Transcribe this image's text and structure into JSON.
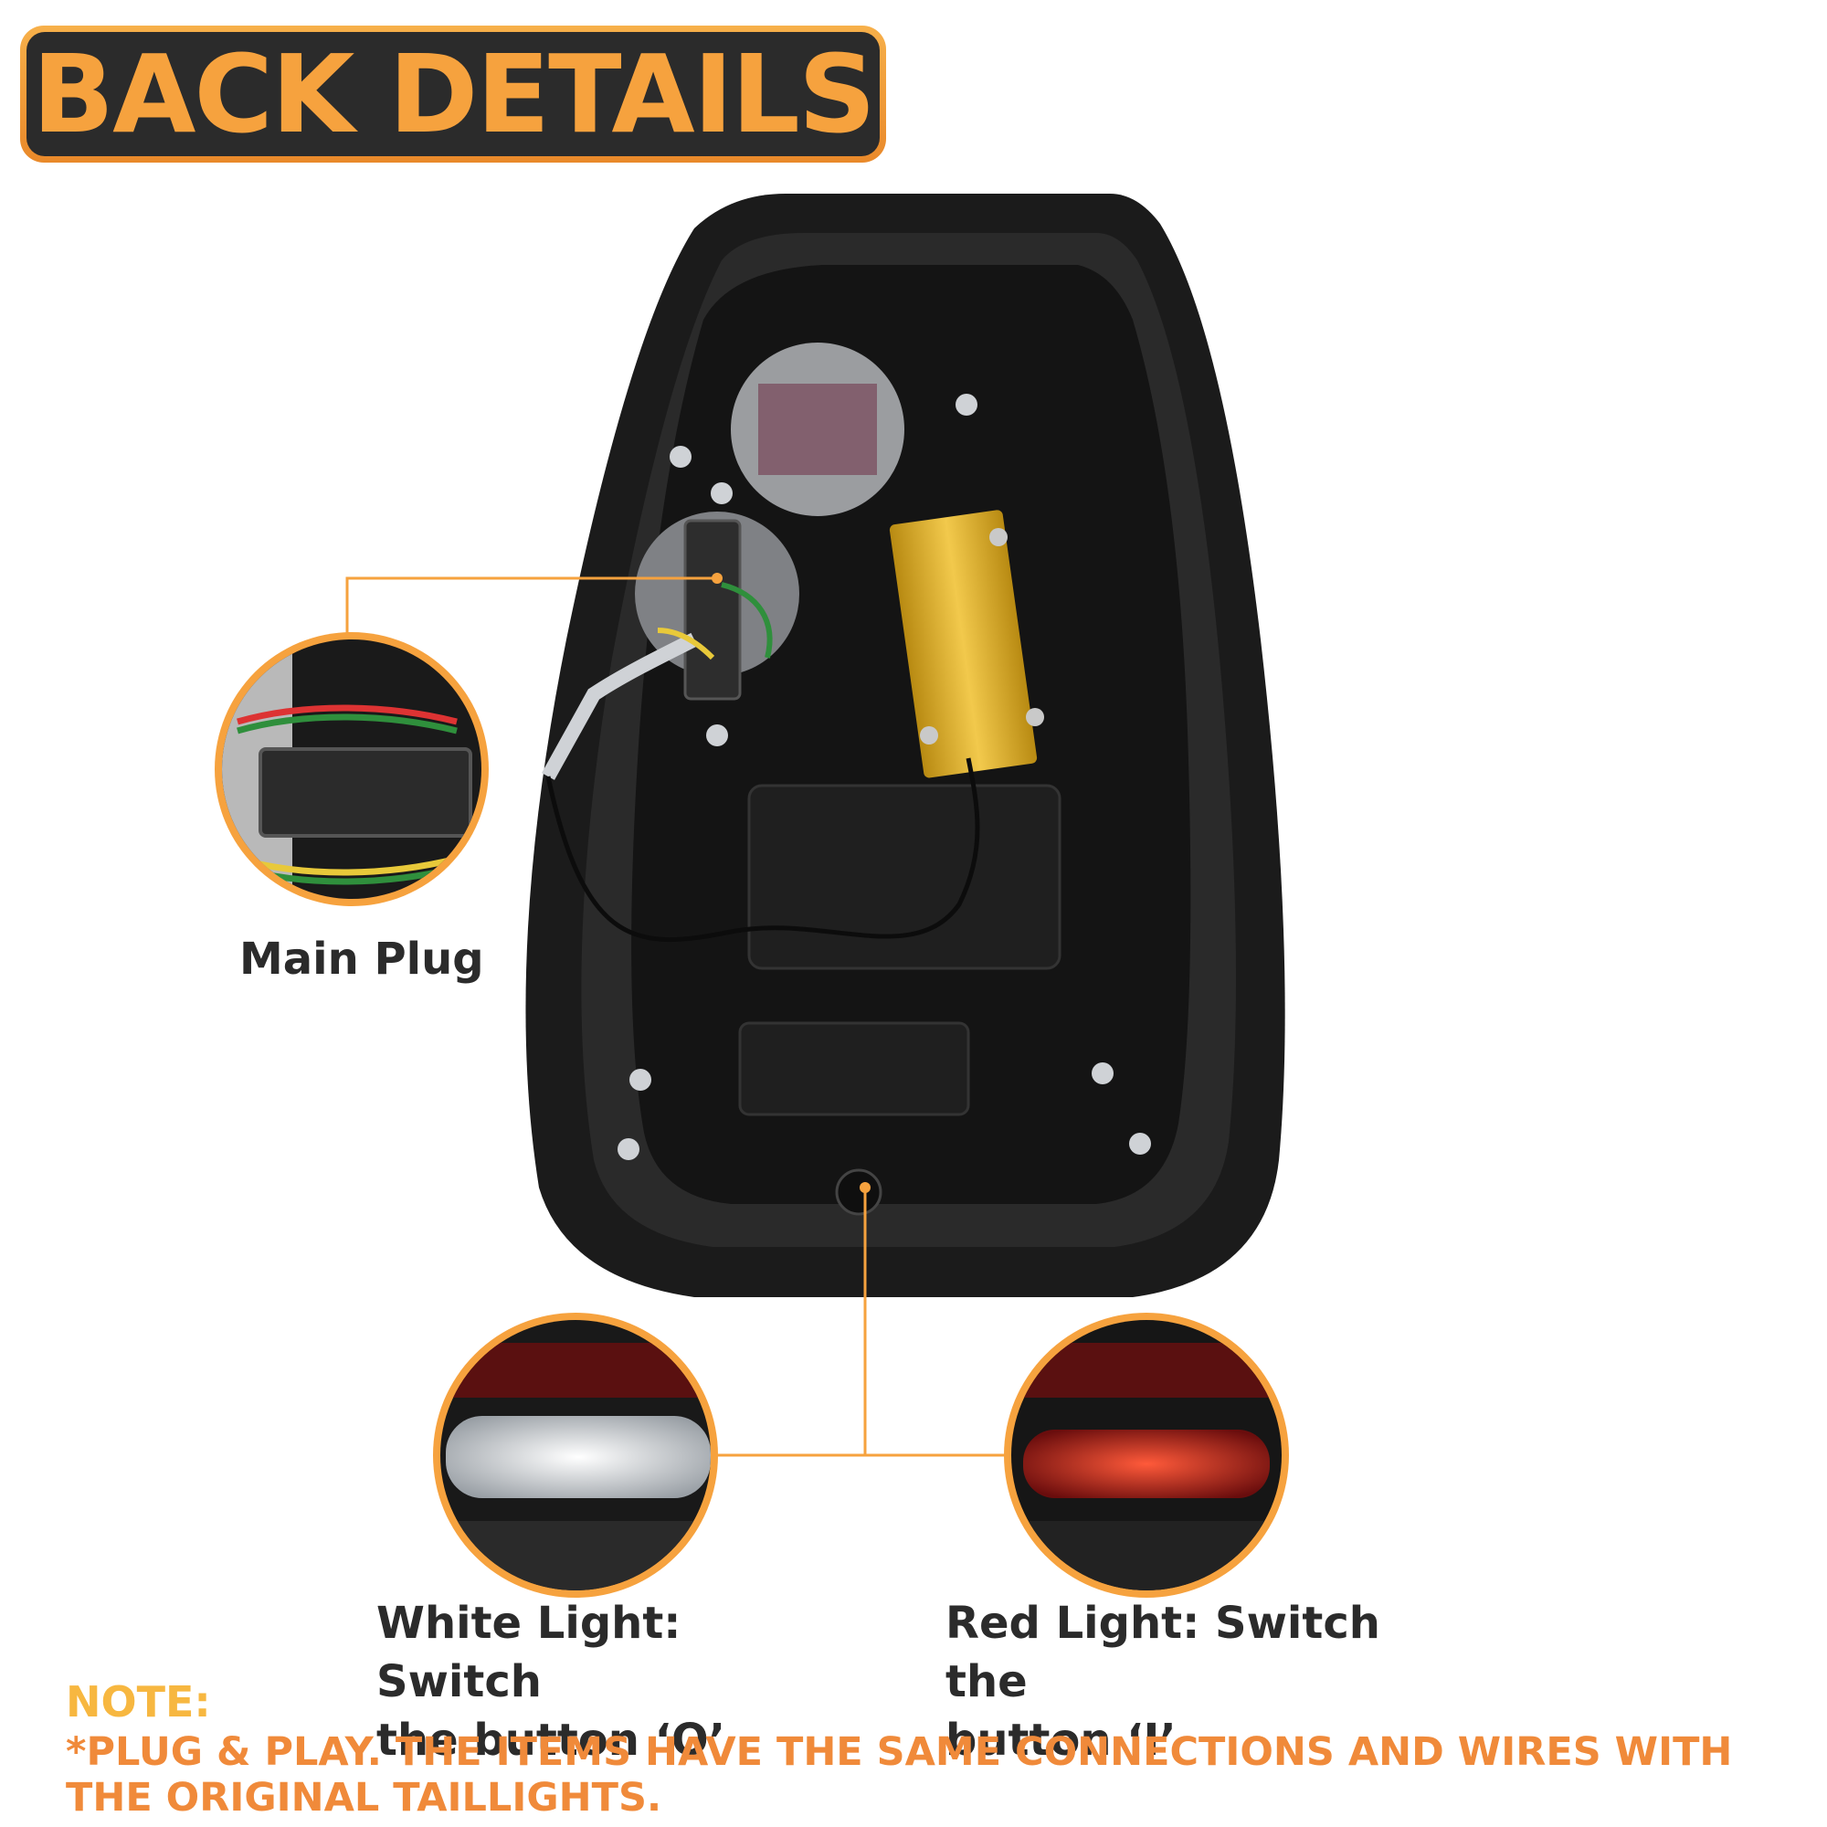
{
  "banner": {
    "title": "BACK DETAILS"
  },
  "callouts": {
    "main_plug": "Main Plug",
    "white_light_line1": "White Light: Switch",
    "white_light_line2": "the button ‘O’",
    "red_light_line1": "Red Light: Switch the",
    "red_light_line2": "button ‘I’"
  },
  "note": {
    "title": "NOTE:",
    "body": "*PLUG & PLAY. THE ITEMS HAVE THE SAME CONNECTIONS AND WIRES WITH THE ORIGINAL TAILLIGHTS."
  },
  "colors": {
    "accent_orange": "#f6a23e",
    "note_orange": "#f08a3a",
    "banner_bg": "#2b2b2b"
  }
}
